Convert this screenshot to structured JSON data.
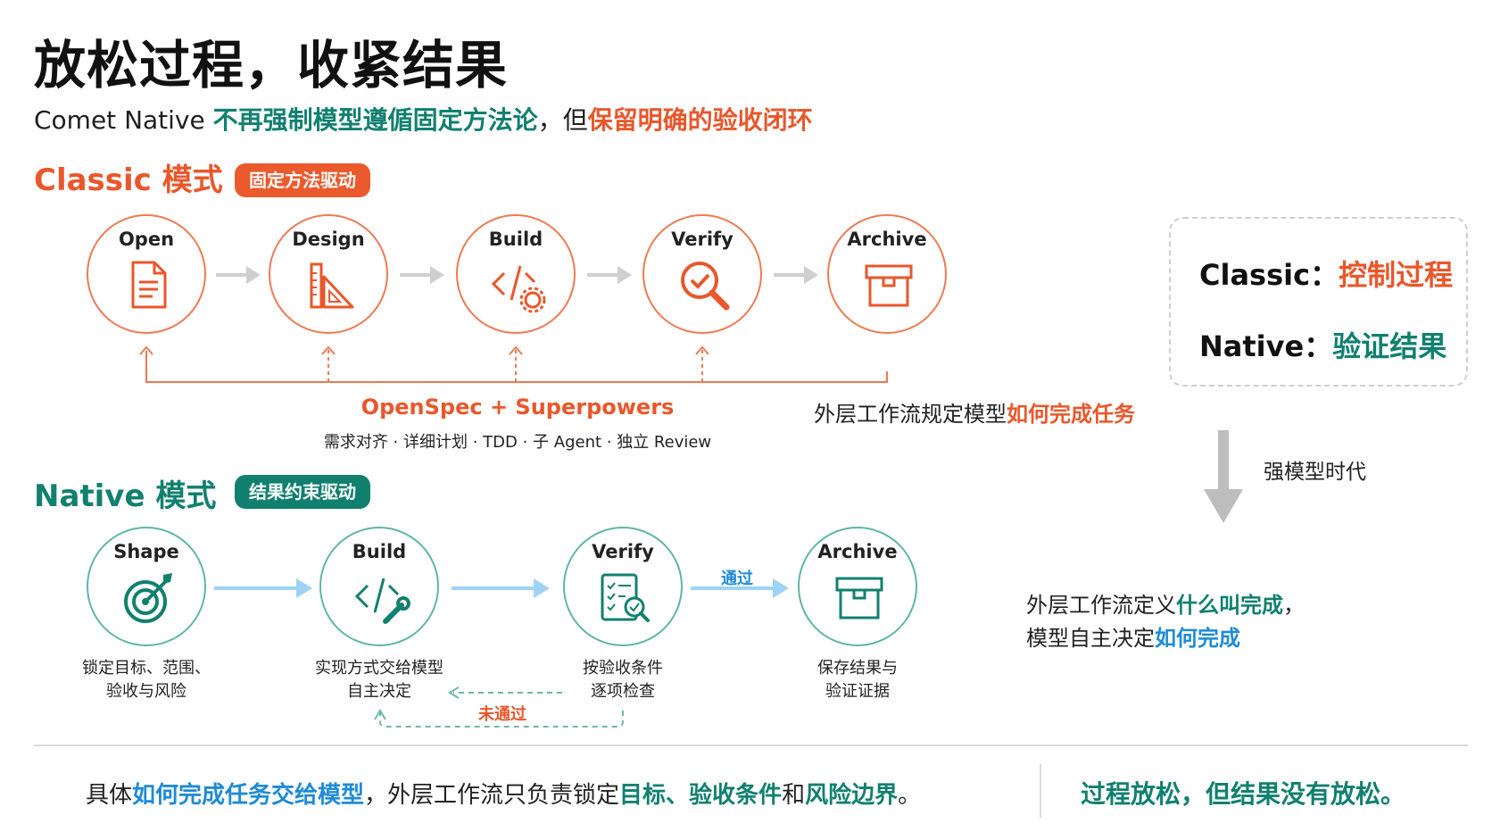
{
  "header": {
    "title": "放松过程，收紧结果",
    "subtitle_prefix": "Comet Native ",
    "subtitle_green": "不再强制模型遵偱固定方法论",
    "subtitle_mid": "，但",
    "subtitle_orange": "保留明确的验收闭环"
  },
  "classic": {
    "title": "Classic 模式",
    "badge": "固定方法驱动",
    "stages": [
      "Open",
      "Design",
      "Build",
      "Verify",
      "Archive"
    ],
    "bracket_title": "OpenSpec + Superpowers",
    "bracket_detail": "需求对齐 · 详细计划 · TDD · 子 Agent · 独立 Review",
    "side_note_prefix": "外层工作流规定模型",
    "side_note_highlight": "如何完成任务"
  },
  "native": {
    "title": "Native 模式",
    "badge": "结果约束驱动",
    "stages": [
      "Shape",
      "Build",
      "Verify",
      "Archive"
    ],
    "captions": [
      [
        "锁定目标、范围、",
        "验收与风险"
      ],
      [
        "实现方式交给模型",
        "自主决定"
      ],
      [
        "按验收条件",
        "逐项检查"
      ],
      [
        "保存结果与",
        "验证证据"
      ]
    ],
    "pass_label": "通过",
    "fail_label": "未通过",
    "note_line1_prefix": "外层工作流定义",
    "note_line1_highlight": "什么叫完成",
    "note_line1_suffix": "，",
    "note_line2_prefix": "模型自主决定",
    "note_line2_highlight": "如何完成"
  },
  "panel": {
    "row1_label": "Classic：",
    "row1_value": "控制过程",
    "row2_label": "Native：",
    "row2_value": "验证结果"
  },
  "era": {
    "label": "强模型时代"
  },
  "footer": {
    "left_prefix": "具体",
    "left_blue": "如何完成任务交给模型",
    "left_mid": "，外层工作流只负责锁定",
    "left_green1": "目标、验收条件",
    "left_and": "和",
    "left_green2": "风险边界",
    "left_end": "。",
    "right": "过程放松，但结果没有放松。"
  },
  "colors": {
    "orange": "#e9572b",
    "green": "#11806f",
    "blue": "#1f8bd6",
    "light_blue": "#a9d8f7",
    "gray_arrow": "#cfcfcf"
  }
}
